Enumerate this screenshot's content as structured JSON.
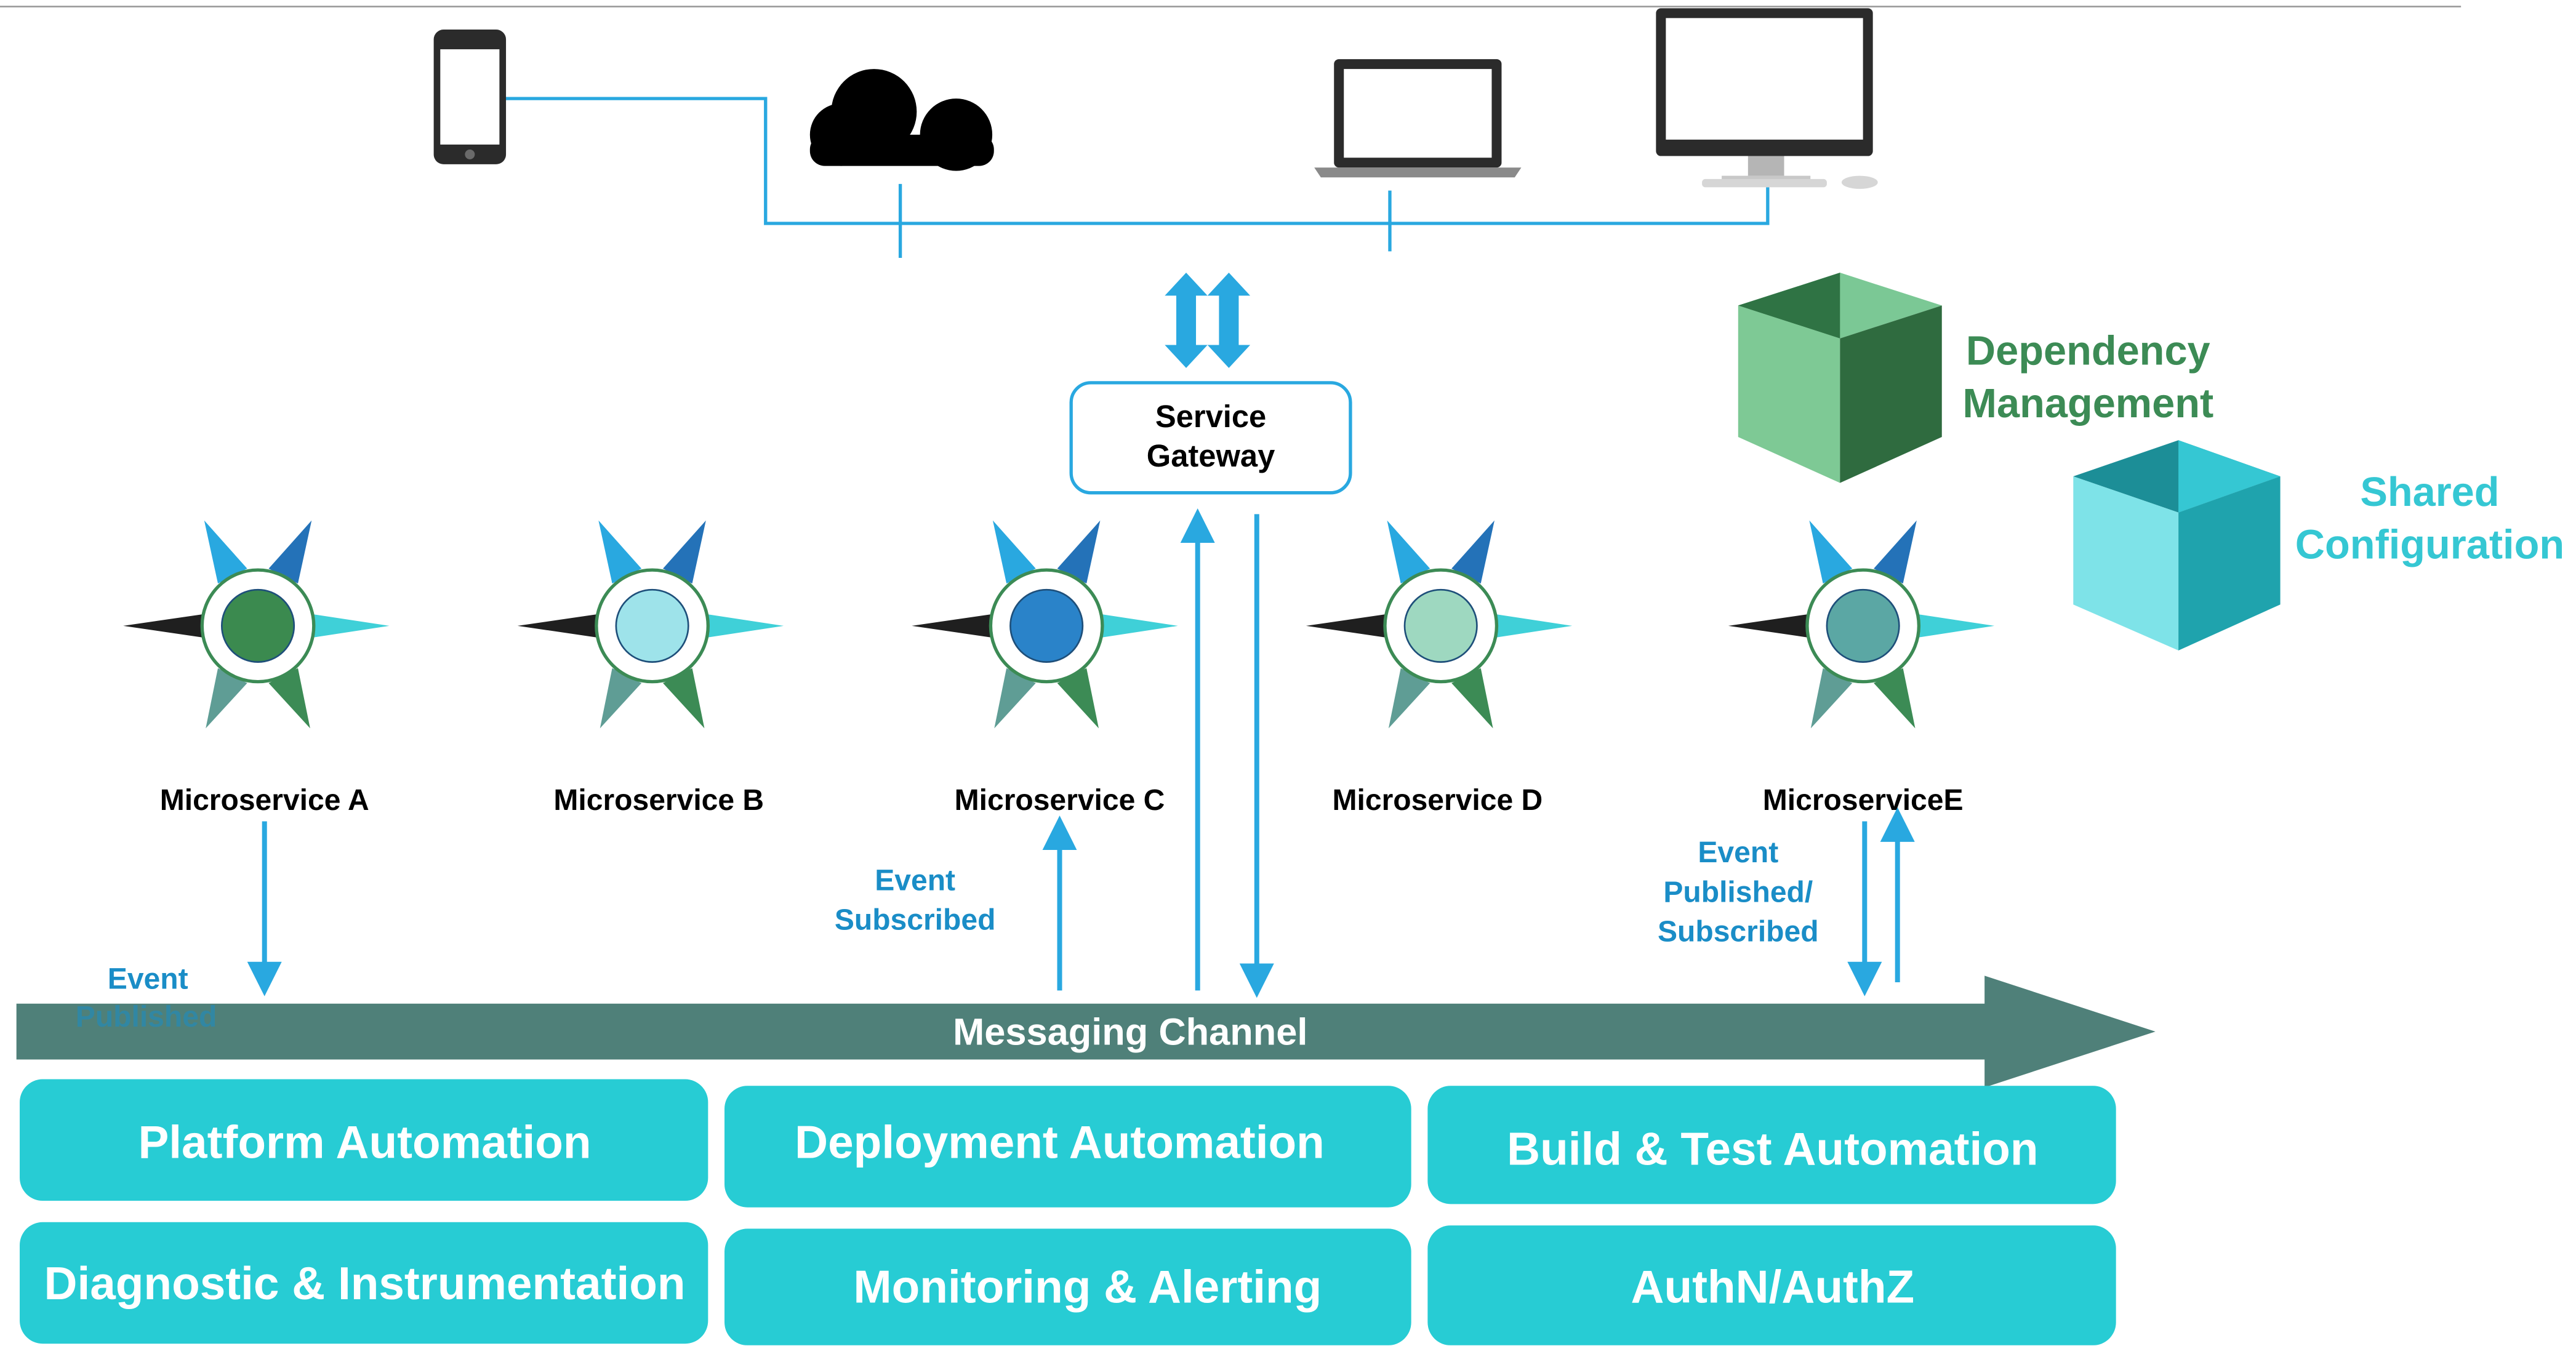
{
  "gateway": {
    "line1": "Service",
    "line2": "Gateway"
  },
  "microservices": [
    {
      "label": "Microservice A",
      "core_color": "#3b8a4f"
    },
    {
      "label": "Microservice B",
      "core_color": "#9ee3ea"
    },
    {
      "label": "Microservice C",
      "core_color": "#2a83c9"
    },
    {
      "label": "Microservice D",
      "core_color": "#9ed8c0"
    },
    {
      "label": "MicroserviceE",
      "core_color": "#5ba7a4"
    }
  ],
  "events": {
    "a": {
      "line1": "Event",
      "line2": "Published"
    },
    "c": {
      "line1": "Event",
      "line2": "Subscribed"
    },
    "e": {
      "line1": "Event",
      "line2": "Published/",
      "line3": "Subscribed"
    }
  },
  "channel": {
    "label": "Messaging Channel"
  },
  "side_boxes": {
    "dependency": {
      "line1": "Dependency",
      "line2": "Management"
    },
    "shared": {
      "line1": "Shared",
      "line2": "Configuration"
    }
  },
  "capabilities": [
    "Platform Automation",
    "Deployment Automation",
    "Build & Test Automation",
    "Diagnostic & Instrumentation",
    "Monitoring & Alerting",
    "AuthN/AuthZ"
  ],
  "devices": [
    "phone-icon",
    "cloud-icon",
    "laptop-icon",
    "desktop-icon"
  ],
  "colors": {
    "accent_blue": "#29a8e0",
    "event_text": "#1a8dc7",
    "channel": "#4f8079",
    "capability_fill": "#27ccd4",
    "dependency_green": "#3c8b55",
    "shared_teal": "#35c7d3"
  }
}
